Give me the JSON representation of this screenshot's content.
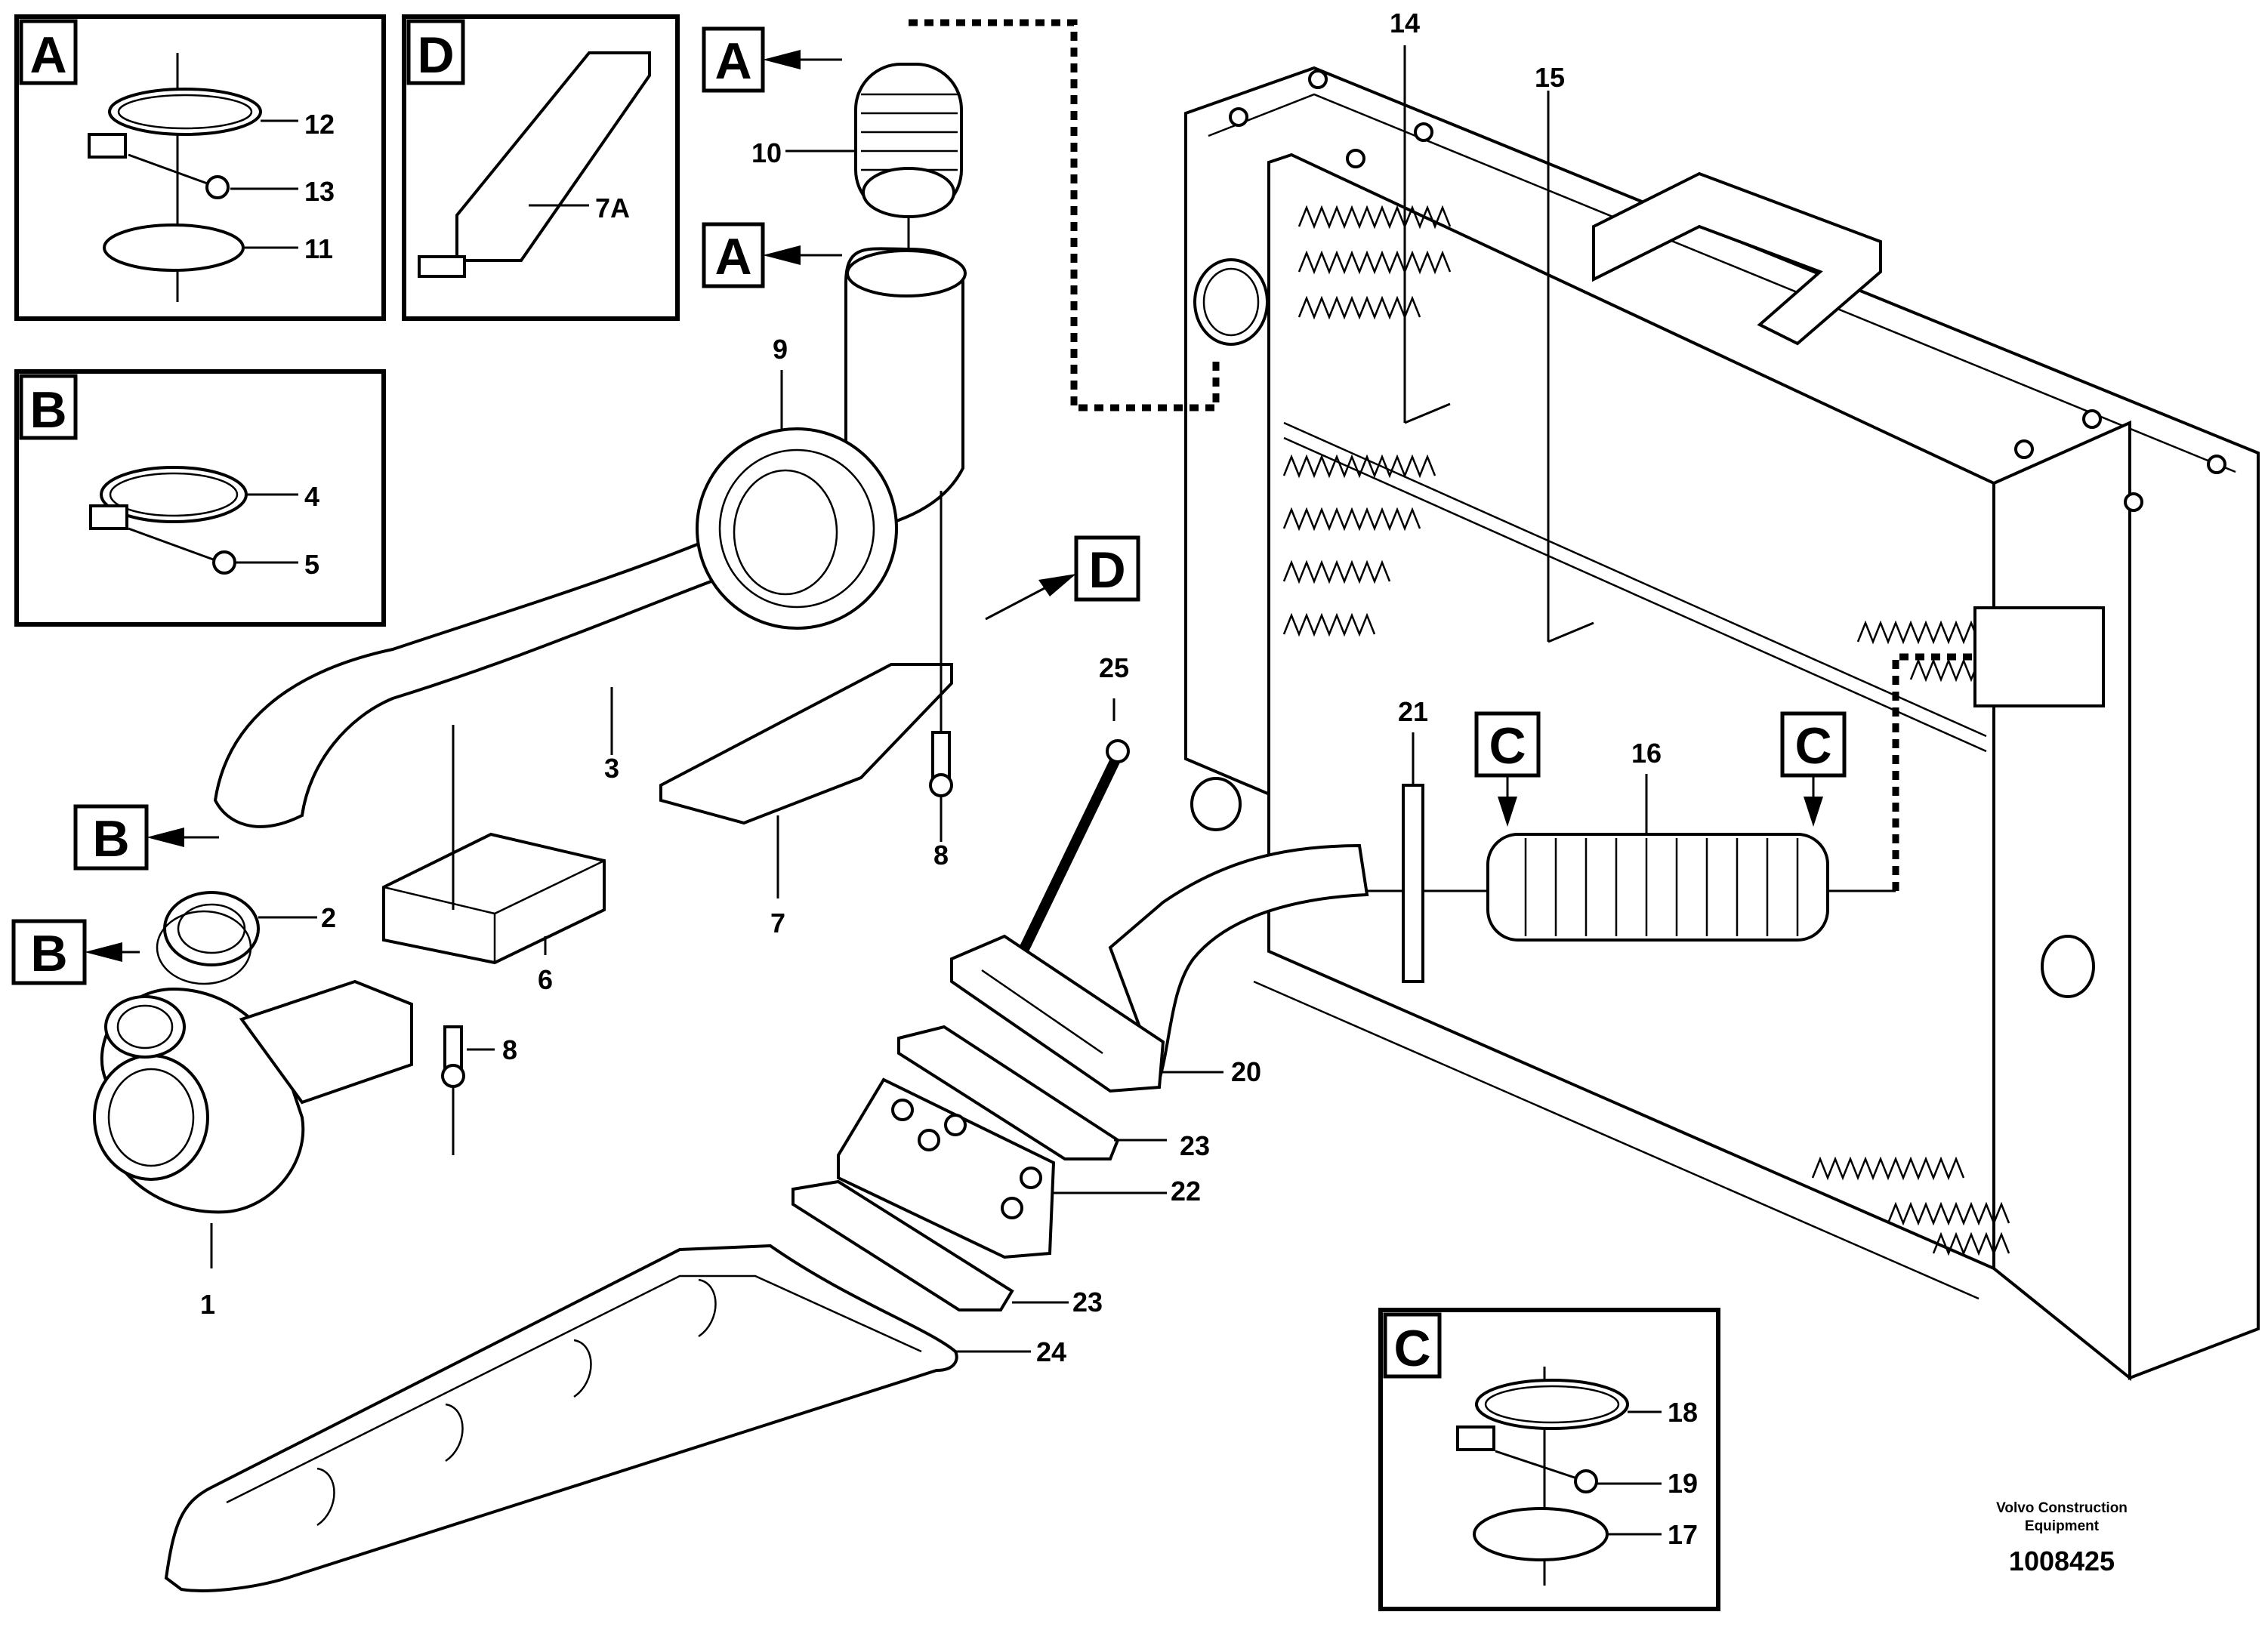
{
  "diagram": {
    "callouts": {
      "c1": "1",
      "c2": "2",
      "c3": "3",
      "c4": "4",
      "c5": "5",
      "c6": "6",
      "c7": "7",
      "c7a": "7A",
      "c8a": "8",
      "c8b": "8",
      "c9": "9",
      "c10": "10",
      "c11": "11",
      "c12": "12",
      "c13": "13",
      "c14": "14",
      "c15": "15",
      "c16": "16",
      "c17": "17",
      "c18": "18",
      "c19": "19",
      "c20": "20",
      "c21": "21",
      "c22": "22",
      "c23a": "23",
      "c23b": "23",
      "c24": "24",
      "c25": "25"
    },
    "detail_labels": {
      "box_a": "A",
      "box_b": "B",
      "box_c": "C",
      "box_d": "D",
      "ref_a_top": "A",
      "ref_a_mid": "A",
      "ref_b_upper": "B",
      "ref_b_lower": "B",
      "ref_c_left": "C",
      "ref_c_right": "C",
      "ref_d": "D"
    },
    "credit_line1": "Volvo Construction",
    "credit_line2": "Equipment",
    "document_number": "1008425"
  }
}
